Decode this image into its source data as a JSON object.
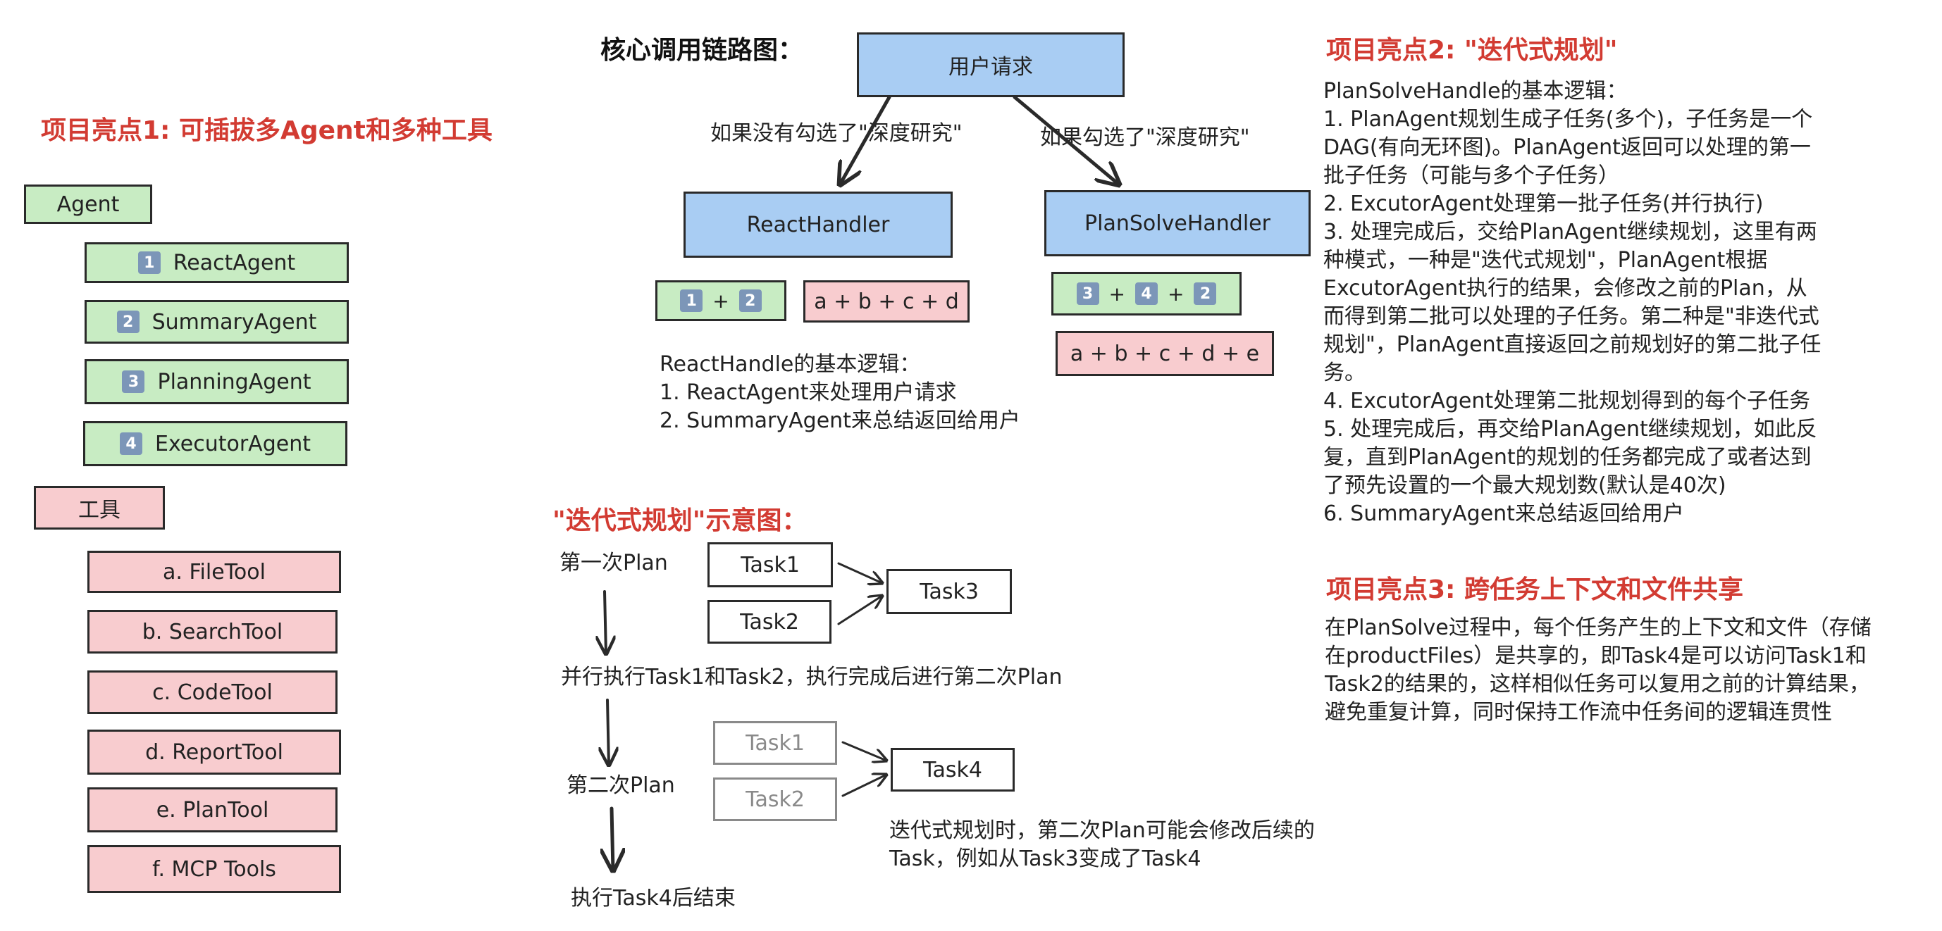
{
  "left": {
    "heading": "项目亮点1: 可插拔多Agent和多种工具",
    "agent_label": "Agent",
    "agents": [
      {
        "num": "1",
        "name": "ReactAgent"
      },
      {
        "num": "2",
        "name": "SummaryAgent"
      },
      {
        "num": "3",
        "name": "PlanningAgent"
      },
      {
        "num": "4",
        "name": "ExecutorAgent"
      }
    ],
    "tools_label": "工具",
    "tools": [
      "a. FileTool",
      "b. SearchTool",
      "c. CodeTool",
      "d. ReportTool",
      "e. PlanTool",
      "f. MCP Tools"
    ]
  },
  "center": {
    "title": "核心调用链路图：",
    "user_request": "用户请求",
    "branch_left": "如果没有勾选了\"深度研究\"",
    "branch_right": "如果勾选了\"深度研究\"",
    "react_handler": "ReactHandler",
    "plansolve_handler": "PlanSolveHandler",
    "react_nums": {
      "a": "1",
      "plus": "+",
      "b": "2"
    },
    "react_tools": "a + b + c + d",
    "plansolve_nums": {
      "a": "3",
      "plus1": "+",
      "b": "4",
      "plus2": "+",
      "c": "2"
    },
    "plansolve_tools": "a + b + c + d + e",
    "react_logic": [
      "ReactHandle的基本逻辑：",
      "1.  ReactAgent来处理用户请求",
      "2. SummaryAgent来总结返回给用户"
    ]
  },
  "iter": {
    "title": "\"迭代式规划\"示意图：",
    "first_plan": "第一次Plan",
    "task1": "Task1",
    "task2": "Task2",
    "task3": "Task3",
    "parallel": "并行执行Task1和Task2，执行完成后进行第二次Plan",
    "second_plan": "第二次Plan",
    "task1b": "Task1",
    "task2b": "Task2",
    "task4": "Task4",
    "note": [
      "迭代式规划时，第二次Plan可能会修改后续的",
      "Task，例如从Task3变成了Task4"
    ],
    "end": "执行Task4后结束"
  },
  "right": {
    "heading2": "项目亮点2: \"迭代式规划\"",
    "logic_lines": [
      "PlanSolveHandle的基本逻辑：",
      "1. PlanAgent规划生成子任务(多个)，子任务是一个",
      "DAG(有向无环图)。PlanAgent返回可以处理的第一",
      "批子任务（可能与多个子任务）",
      "2. ExcutorAgent处理第一批子任务(并行执行)",
      "3. 处理完成后，交给PlanAgent继续规划，这里有两",
      "种模式，一种是\"迭代式规划\"，PlanAgent根据",
      "ExcutorAgent执行的结果，会修改之前的Plan，从",
      "而得到第二批可以处理的子任务。第二种是\"非迭代式",
      "规划\"，PlanAgent直接返回之前规划好的第二批子任",
      "务。",
      "4. ExcutorAgent处理第二批规划得到的每个子任务",
      "5. 处理完成后，再交给PlanAgent继续规划，如此反",
      "复，直到PlanAgent的规划的任务都完成了或者达到",
      "了预先设置的一个最大规划数(默认是40次)",
      "6. SummaryAgent来总结返回给用户"
    ],
    "heading3": "项目亮点3: 跨任务上下文和文件共享",
    "share_lines": [
      "在PlanSolve过程中，每个任务产生的上下文和文件（存储",
      "在productFiles）是共享的，即Task4是可以访问Task1和",
      "Task2的结果的，这样相似任务可以复用之前的计算结果，",
      "避免重复计算，同时保持工作流中任务间的逻辑连贯性"
    ]
  }
}
